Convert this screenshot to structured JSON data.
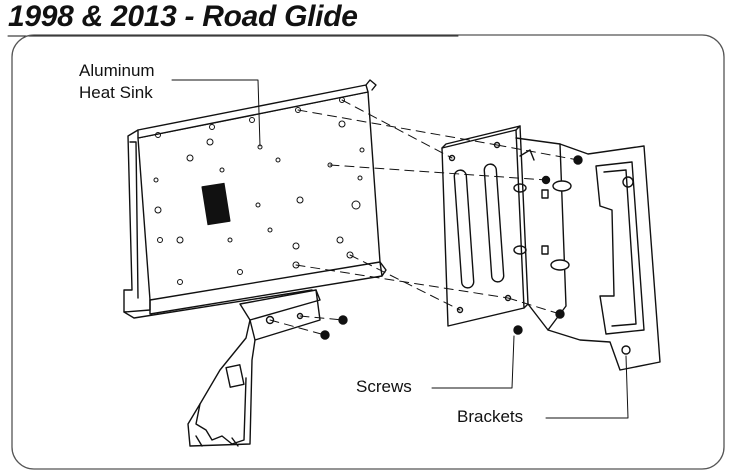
{
  "title": "1998 & 2013 - Road Glide",
  "labels": {
    "heat_sink_line1": "Aluminum",
    "heat_sink_line2": "Heat Sink",
    "screws": "Screws",
    "brackets": "Brackets"
  },
  "colors": {
    "line": "#111111",
    "frame": "#555555",
    "background": "#ffffff"
  }
}
